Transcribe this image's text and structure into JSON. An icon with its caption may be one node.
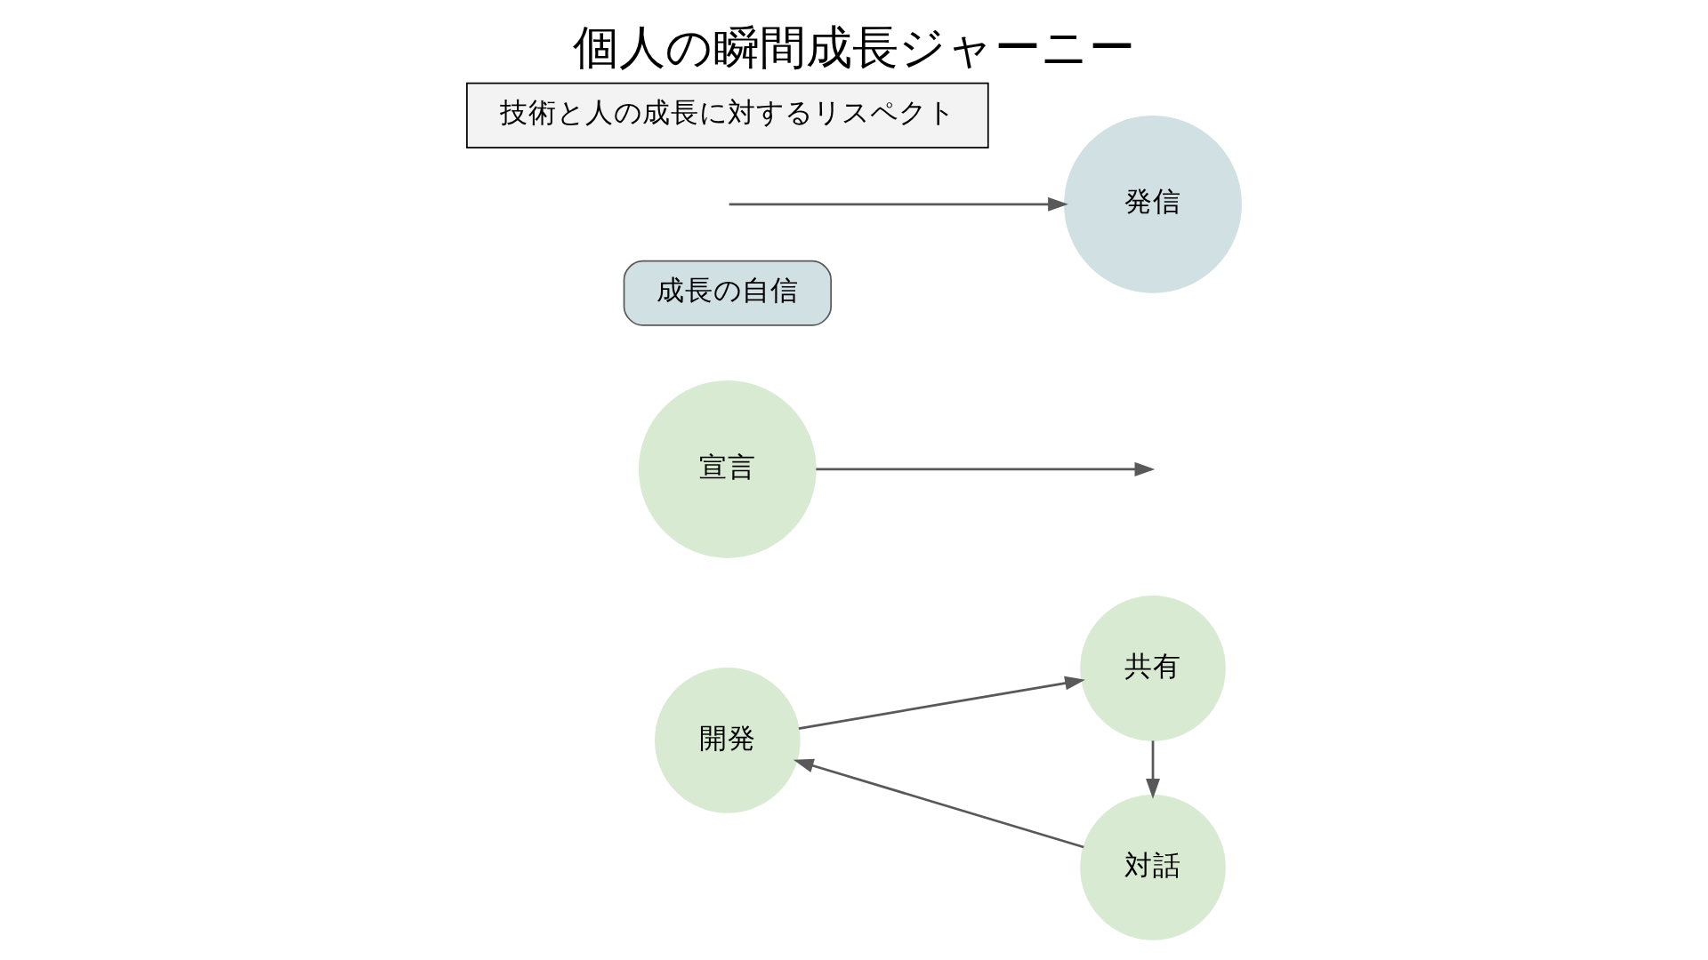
{
  "diagram": {
    "title": "個人の瞬間成長ジャーニー",
    "nodes": [
      {
        "text": [
          "開発"
        ]
      },
      {
        "text": [
          "宣言"
        ]
      },
      {
        "text": [
          "成長の自信"
        ]
      },
      {
        "text": [
          "発信"
        ]
      },
      {
        "text": [
          "共有"
        ]
      },
      {
        "text": [
          "対話"
        ]
      },
      {
        "text": [
          "技術と人の成長に対するリスペクト"
        ]
      }
    ],
    "edges": [
      {
        "from": 1,
        "to": null,
        "arrow": "to"
      },
      {
        "from": 0,
        "to": 4,
        "arrow": "to"
      },
      {
        "from": 4,
        "to": 5,
        "arrow": "to"
      },
      {
        "from": 5,
        "to": 0,
        "arrow": "to"
      },
      {
        "from": null,
        "to": 3,
        "arrow": "to"
      }
    ]
  }
}
